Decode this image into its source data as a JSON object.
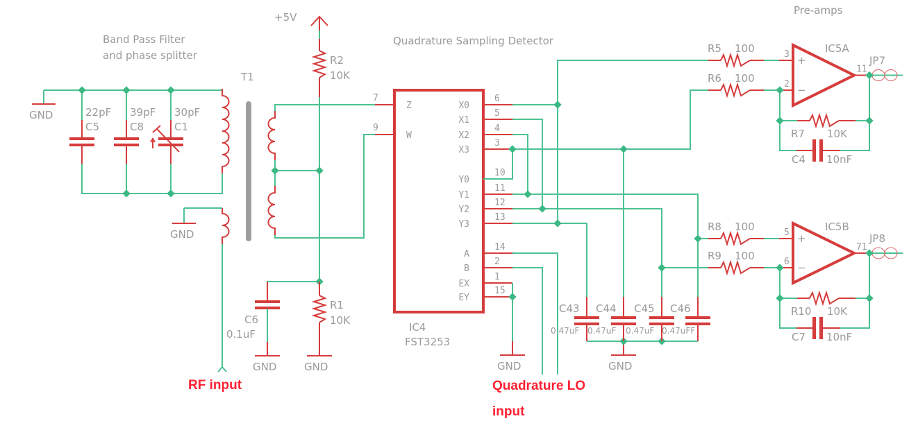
{
  "sections": {
    "band_pass_title_line1": "Band Pass Filter",
    "band_pass_title_line2": "and phase splitter",
    "qsd_title": "Quadrature Sampling Detector",
    "preamps_title": "Pre-amps"
  },
  "power": {
    "vcc_label": "+5V",
    "gnd_label": "GND"
  },
  "transformer": {
    "ref": "T1"
  },
  "capacitors": {
    "C5": {
      "ref": "C5",
      "value": "22pF"
    },
    "C8": {
      "ref": "C8",
      "value": "39pF"
    },
    "C1": {
      "ref": "C1",
      "value": "30pF"
    },
    "C6": {
      "ref": "C6",
      "value": "0.1uF"
    },
    "C43": {
      "ref": "C43",
      "value": "0.47uF"
    },
    "C44": {
      "ref": "C44",
      "value": "0.47uF"
    },
    "C45": {
      "ref": "C45",
      "value": "0.47uF"
    },
    "C46": {
      "ref": "C46",
      "value": "0.47uFF"
    },
    "C4": {
      "ref": "C4",
      "value": "10nF"
    },
    "C7": {
      "ref": "C7",
      "value": "10nF"
    }
  },
  "resistors": {
    "R1": {
      "ref": "R1",
      "value": "10K"
    },
    "R2": {
      "ref": "R2",
      "value": "10K"
    },
    "R5": {
      "ref": "R5",
      "value": "100"
    },
    "R6": {
      "ref": "R6",
      "value": "100"
    },
    "R7": {
      "ref": "R7",
      "value": "10K"
    },
    "R8": {
      "ref": "R8",
      "value": "100"
    },
    "R9": {
      "ref": "R9",
      "value": "100"
    },
    "R10": {
      "ref": "R10",
      "value": "10K"
    }
  },
  "ic4": {
    "ref": "IC4",
    "part": "FST3253",
    "left_pins": [
      {
        "name": "Z",
        "num": "7"
      },
      {
        "name": "W",
        "num": "9"
      }
    ],
    "right_pins": [
      {
        "name": "X0",
        "num": "6"
      },
      {
        "name": "X1",
        "num": "5"
      },
      {
        "name": "X2",
        "num": "4"
      },
      {
        "name": "X3",
        "num": "3"
      },
      {
        "name": "Y0",
        "num": "10"
      },
      {
        "name": "Y1",
        "num": "11"
      },
      {
        "name": "Y2",
        "num": "12"
      },
      {
        "name": "Y3",
        "num": "13"
      },
      {
        "name": "A",
        "num": "14"
      },
      {
        "name": "B",
        "num": "2"
      },
      {
        "name": "EX",
        "num": "1"
      },
      {
        "name": "EY",
        "num": "15"
      }
    ]
  },
  "opamps": {
    "IC5A": {
      "ref": "IC5A",
      "pin_plus": "3",
      "pin_minus": "2",
      "pin_out": "11",
      "plus_sign": "+",
      "minus_sign": "−"
    },
    "IC5B": {
      "ref": "IC5B",
      "pin_plus": "5",
      "pin_minus": "6",
      "pin_out": "71",
      "plus_sign": "+",
      "minus_sign": "−"
    }
  },
  "connectors": {
    "JP7": "JP7",
    "JP8": "JP8"
  },
  "annotations": {
    "rf_input": "RF input",
    "lo_input_line1": "Quadrature LO",
    "lo_input_line2": "input"
  }
}
